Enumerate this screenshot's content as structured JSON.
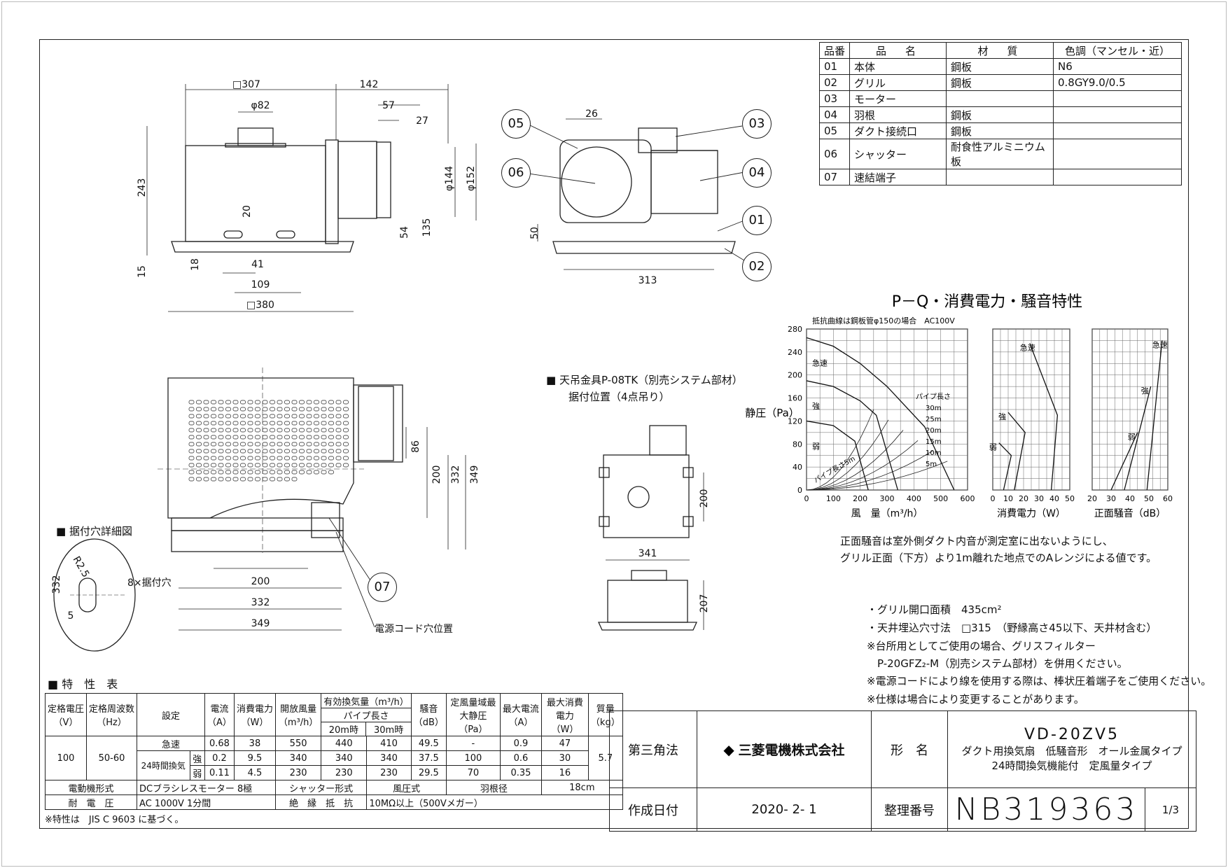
{
  "parts_table": {
    "headers": [
      "品番",
      "品　名",
      "材　質",
      "色調（マンセル・近）"
    ],
    "rows": [
      [
        "01",
        "本体",
        "鋼板",
        "N6"
      ],
      [
        "02",
        "グリル",
        "鋼板",
        "0.8GY9.0/0.5"
      ],
      [
        "03",
        "モーター",
        "",
        ""
      ],
      [
        "04",
        "羽根",
        "鋼板",
        ""
      ],
      [
        "05",
        "ダクト接続口",
        "鋼板",
        ""
      ],
      [
        "06",
        "シャッター",
        "耐食性アルミニウム板",
        ""
      ],
      [
        "07",
        "速結端子",
        "",
        ""
      ]
    ]
  },
  "dimensions": {
    "d307": "□307",
    "d142": "142",
    "d82": "φ82",
    "d57": "57",
    "d27": "27",
    "d243": "243",
    "d144": "φ144",
    "d152": "φ152",
    "d20": "20",
    "d54": "54",
    "d135": "135",
    "d15": "15",
    "d18": "18",
    "d41": "41",
    "d109": "109",
    "d380": "□380",
    "d26": "26",
    "d50": "50",
    "d313": "313",
    "d86": "86",
    "d200a": "200",
    "d332a": "332",
    "d349a": "349",
    "d200b": "200",
    "d332b": "332",
    "d349b": "349",
    "d200c": "200",
    "d341": "341",
    "d207": "207",
    "r25": "R2.5",
    "d332c": "332",
    "d5": "5"
  },
  "callouts": [
    "01",
    "02",
    "03",
    "04",
    "05",
    "06",
    "07"
  ],
  "labels": {
    "detail_title": "据付穴詳細図",
    "holes": "8×据付穴",
    "cord_pos": "電源コード穴位置",
    "hanger_title": "天吊金具P-08TK（別売システム部材）",
    "hanger_sub": "据付位置（4点吊り）",
    "spec_title": "特　性　表"
  },
  "chart_data": {
    "type": "line",
    "title": "P－Q・消費電力・騒音特性",
    "subtitle": "抵抗曲線は鋼板管φ150の場合　AC100V",
    "ylabel": "静圧（Pa）",
    "panels": [
      {
        "name": "PQ",
        "xlabel": "風　量（m³/h）",
        "xlim": [
          0,
          600
        ],
        "ylim": [
          0,
          280
        ],
        "xticks": [
          "0",
          "100",
          "200",
          "300",
          "400",
          "500",
          "600"
        ],
        "yticks": [
          "0",
          "40",
          "80",
          "120",
          "160",
          "200",
          "240",
          "280"
        ],
        "series": [
          {
            "name": "急速",
            "x": [
              0,
              100,
              200,
              300,
              440,
              550
            ],
            "y": [
              265,
              250,
              220,
              180,
              110,
              0
            ]
          },
          {
            "name": "強",
            "x": [
              0,
              100,
              200,
              260,
              340
            ],
            "y": [
              190,
              180,
              155,
              130,
              0
            ]
          },
          {
            "name": "弱",
            "x": [
              0,
              100,
              180,
              230
            ],
            "y": [
              120,
              112,
              85,
              0
            ]
          }
        ],
        "resistance_curves": [
          "パイプ長さ",
          "30m",
          "25m",
          "20m",
          "15m",
          "10m",
          "5m"
        ],
        "resistance_label": "パイプ長さ5m"
      },
      {
        "name": "消費電力",
        "xlabel": "消費電力（W）",
        "xlim": [
          0,
          50
        ],
        "xticks": [
          "0",
          "10",
          "20",
          "30",
          "40",
          "50"
        ],
        "series": [
          {
            "name": "急速",
            "x": [
              24,
              42,
              38
            ],
            "y": [
              255,
              130,
              0
            ]
          },
          {
            "name": "強",
            "x": [
              10,
              21,
              14
            ],
            "y": [
              135,
              100,
              0
            ]
          },
          {
            "name": "弱",
            "x": [
              4,
              12,
              7
            ],
            "y": [
              82,
              60,
              0
            ]
          }
        ]
      },
      {
        "name": "正面騒音",
        "xlabel": "正面騒音（dB）",
        "xlim": [
          20,
          60
        ],
        "xticks": [
          "20",
          "30",
          "40",
          "50",
          "60"
        ],
        "series": [
          {
            "name": "急速",
            "x": [
              57,
              49
            ],
            "y": [
              260,
              0
            ]
          },
          {
            "name": "強",
            "x": [
              51,
              37
            ],
            "y": [
              180,
              0
            ]
          },
          {
            "name": "弱",
            "x": [
              44,
              30
            ],
            "y": [
              100,
              0
            ]
          }
        ]
      }
    ]
  },
  "notes": [
    "正面騒音は室外側ダクト内音が測定室に出ないようにし、",
    "グリル正面（下方）より1m離れた地点でのAレンジによる値です。",
    "・グリル開口面積　435cm²",
    "・天井埋込穴寸法　□315　（野縁高さ45以下、天井材含む）",
    "※台所用としてご使用の場合、グリスフィルター",
    "　P-20GFZ₂-M（別売システム部材）を併用ください。",
    "※電源コードにより線を使用する際は、棒状圧着端子をご使用ください。",
    "※仕様は場合により変更することがあります。"
  ],
  "spec_table": {
    "h_voltage": "定格電圧",
    "h_freq": "定格周波数",
    "h_setting": "設定",
    "h_current": "電流",
    "h_power": "消費電力",
    "h_airflow": "開放風量",
    "h_eff": "有効換気量（m³/h）",
    "h_pipe": "パイプ長さ",
    "h_20": "20m時",
    "h_30": "30m時",
    "h_noise": "騒音",
    "h_static": "定風量域最大静圧",
    "h_maxcur": "最大電流",
    "h_maxpow": "最大消費電力",
    "h_mass": "質量",
    "u_v": "（V）",
    "u_hz": "（Hz）",
    "u_a": "（A）",
    "u_w": "（W）",
    "u_m3": "（m³/h）",
    "u_db": "（dB）",
    "u_pa": "（Pa）",
    "u_kg": "（kg）",
    "voltage": "100",
    "freq": "50-60",
    "mass": "5.7",
    "mode24": "24時間換気",
    "rows": [
      {
        "setting": "急速",
        "current": "0.68",
        "power": "38",
        "airflow": "550",
        "e20": "440",
        "e30": "410",
        "noise": "49.5",
        "static": "-",
        "maxcur": "0.9",
        "maxpow": "47"
      },
      {
        "setting": "強",
        "current": "0.2",
        "power": "9.5",
        "airflow": "340",
        "e20": "340",
        "e30": "340",
        "noise": "37.5",
        "static": "100",
        "maxcur": "0.6",
        "maxpow": "30"
      },
      {
        "setting": "弱",
        "current": "0.11",
        "power": "4.5",
        "airflow": "230",
        "e20": "230",
        "e30": "230",
        "noise": "29.5",
        "static": "70",
        "maxcur": "0.35",
        "maxpow": "16"
      }
    ],
    "motor_l": "電動機形式",
    "motor_v": "DCブラシレスモーター 8極",
    "shutter_l": "シャッター形式",
    "shutter_v": "風圧式",
    "blade_l": "羽根径",
    "blade_v": "18cm",
    "volt_l": "耐　電　圧",
    "volt_v": "AC 1000V 1分間",
    "ins_l": "絶　縁　抵　抗",
    "ins_v": "10MΩ以上（500Vメガー）",
    "footnote": "※特性は　JIS C 9603 に基づく。"
  },
  "title_block": {
    "projection": "第三角法",
    "company": "三菱電機株式会社",
    "model_label": "形　名",
    "model": "VD-20ZV5",
    "desc1": "ダクト用換気扇　低騒音形　オール金属タイプ",
    "desc2": "24時間換気機能付　定風量タイプ",
    "date_label": "作成日付",
    "date": "2020- 2- 1",
    "number_label": "整理番号",
    "number": "NB319363",
    "sheet": "1/3"
  }
}
